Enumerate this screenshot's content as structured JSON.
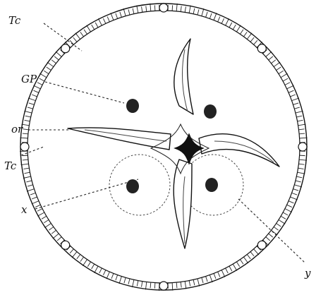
{
  "labels": {
    "tc_upper": "Tc",
    "gp": "GP",
    "or": "or",
    "tc_lower": "Tc",
    "x": "x",
    "y": "y"
  },
  "colors": {
    "ink": "#111111",
    "background": "#ffffff"
  }
}
